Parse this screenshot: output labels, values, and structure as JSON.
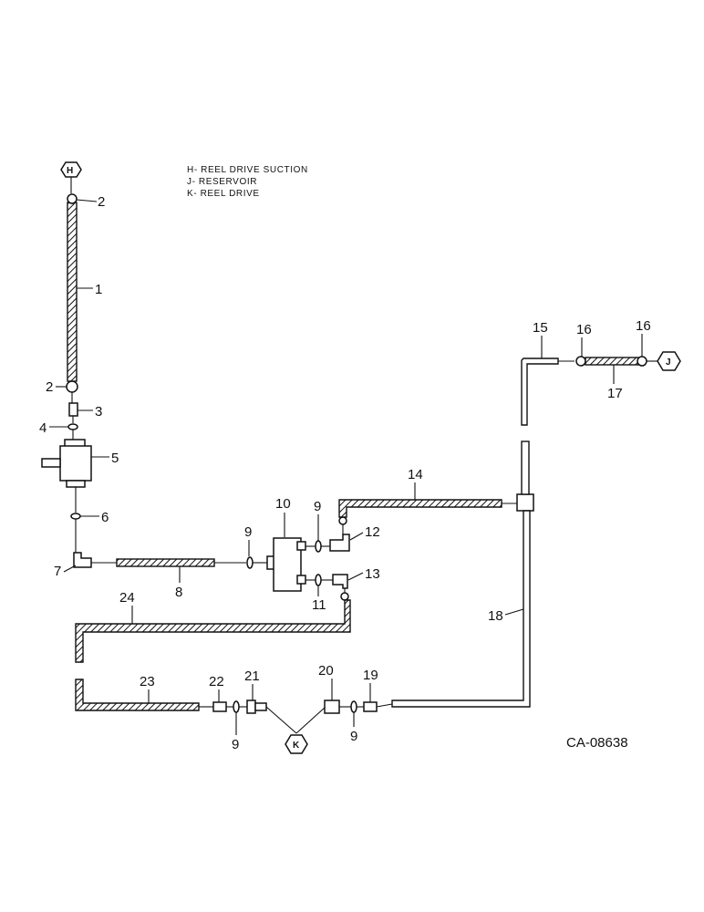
{
  "legend": [
    "H- REEL DRIVE SUCTION",
    "J- RESERVOIR",
    "K- REEL DRIVE"
  ],
  "connectors": {
    "H": "H",
    "J": "J",
    "K": "K"
  },
  "callouts": {
    "c1": "1",
    "c2a": "2",
    "c2b": "2",
    "c3": "3",
    "c4": "4",
    "c5": "5",
    "c6": "6",
    "c7": "7",
    "c8": "8",
    "c9a": "9",
    "c9b": "9",
    "c9c": "9",
    "c9d": "9",
    "c10": "10",
    "c11": "11",
    "c12": "12",
    "c13": "13",
    "c14": "14",
    "c15": "15",
    "c16a": "16",
    "c16b": "16",
    "c17": "17",
    "c18": "18",
    "c19": "19",
    "c20": "20",
    "c21": "21",
    "c22": "22",
    "c23": "23",
    "c24": "24"
  },
  "figure_code": "CA-08638"
}
